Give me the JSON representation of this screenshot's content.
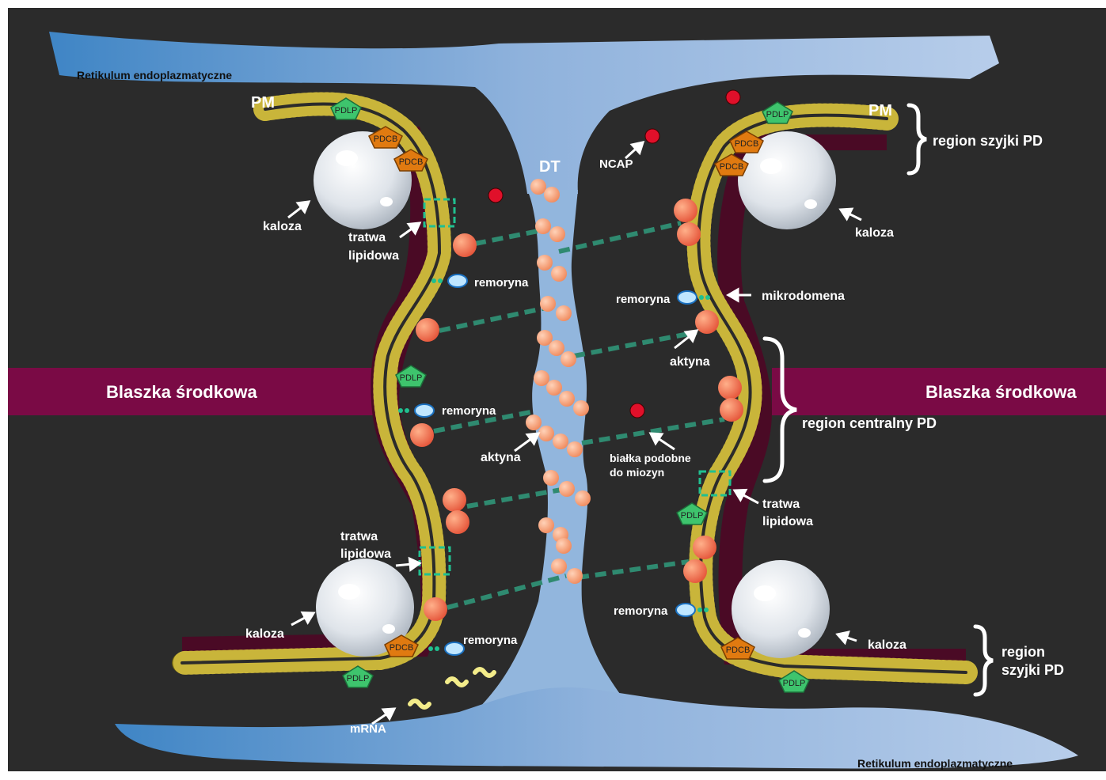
{
  "labels": {
    "er_top": "Retikulum endoplazmatyczne",
    "er_bottom": "Retikulum endoplazmatyczne",
    "pm_left": "PM",
    "pm_right": "PM",
    "dt": "DT",
    "ncap": "NCAP",
    "middle_lamella_left": "Blaszka środkowa",
    "middle_lamella_right": "Blaszka środkowa",
    "region_neck_top": "region szyjki PD",
    "region_central": "region centralny PD",
    "region_neck_bottom_1": "region",
    "region_neck_bottom_2": "szyjki PD",
    "callose_tl": "kaloza",
    "callose_tr": "kaloza",
    "callose_bl": "kaloza",
    "callose_br": "kaloza",
    "raft_tl_1": "tratwa",
    "raft_tl_2": "lipidowa",
    "raft_bl_1": "tratwa",
    "raft_bl_2": "lipidowa",
    "raft_r_1": "tratwa",
    "raft_r_2": "lipidowa",
    "remorin_l1": "remoryna",
    "remorin_l2": "remoryna",
    "remorin_l3": "remoryna",
    "remorin_r1": "remoryna",
    "remorin_r2": "remoryna",
    "microdomain": "mikrodomena",
    "actin_left": "aktyna",
    "actin_right": "aktyna",
    "myosin_1": "białka podobne",
    "myosin_2": "do miozyn",
    "mrna": "mRNA"
  },
  "proteins": {
    "pdlp": "PDLP",
    "pdcb": "PDCB"
  },
  "colors": {
    "background": "#2b2b2b",
    "er": "#8fb2dc",
    "middle_lamella": "#7a0a45",
    "cell_wall": "#4a0a25",
    "lipid": "#8a7a1a",
    "callose": "#dde3ea",
    "actin_bead": "#f5a880",
    "protein_red": "#e0102a",
    "pdlp": "#3ec46d",
    "pdcb": "#e07a10",
    "myosin_link": "#2f8a70",
    "raft": "#20c090",
    "mrna": "#f3ec8a"
  }
}
